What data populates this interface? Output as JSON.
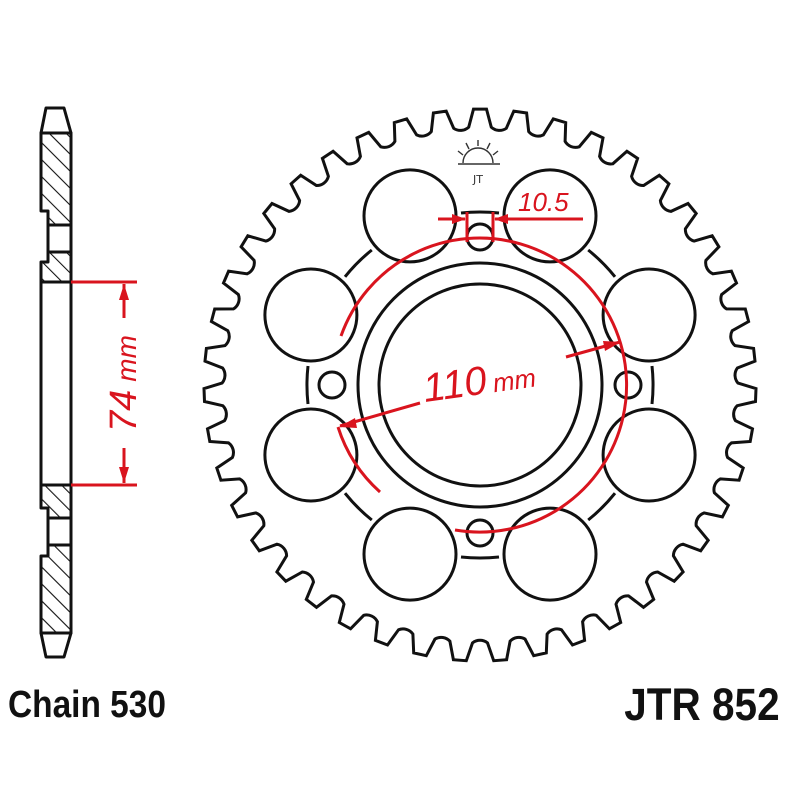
{
  "drawing": {
    "type": "sprocket technical drawing",
    "views": [
      "side-section-view",
      "front-view"
    ],
    "colors": {
      "outline": "#111111",
      "dimension": "#d9141e",
      "background": "#ffffff"
    }
  },
  "side_view": {
    "dimension_value": "74",
    "dimension_unit": "mm"
  },
  "front_view": {
    "teeth_count_estimate": 43,
    "lightening_holes": 8,
    "bolt_holes": 4,
    "bolt_hole_dimension": "10.5",
    "pcd_value": "110",
    "pcd_unit": "mm",
    "logo_icon": "sun-logo-icon"
  },
  "footer": {
    "chain_label": "Chain 530",
    "part_number": "JTR 852"
  }
}
